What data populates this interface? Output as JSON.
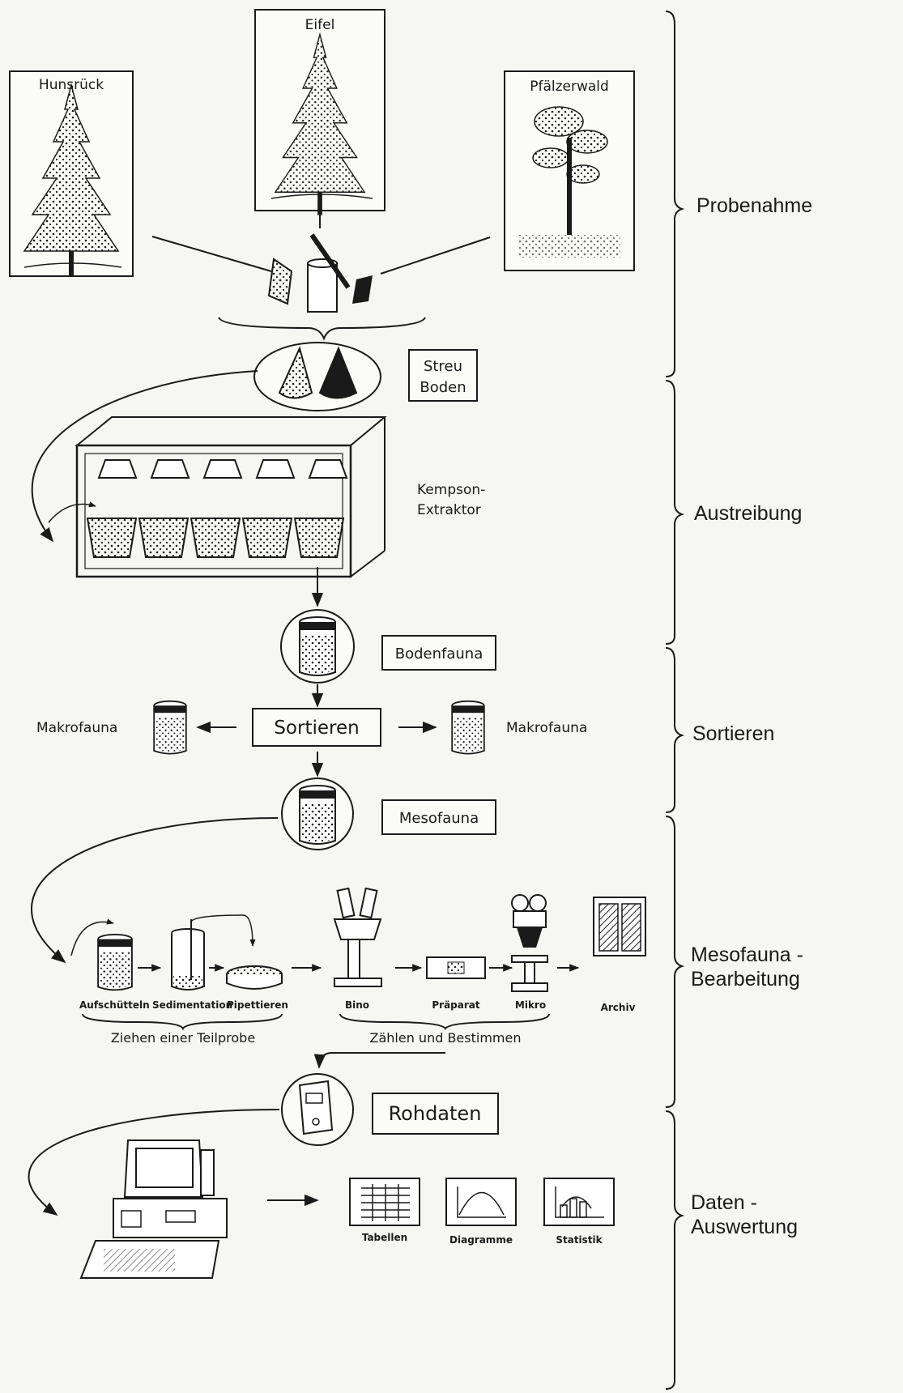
{
  "sites": {
    "hunsrueck": "Hunsrück",
    "eifel": "Eifel",
    "pfaelzerwald": "Pfälzerwald"
  },
  "sample": {
    "streu": "Streu",
    "boden": "Boden"
  },
  "extractor": {
    "line1": "Kempson-",
    "line2": "Extraktor"
  },
  "bodenfauna": "Bodenfauna",
  "sort": {
    "label": "Sortieren",
    "left": "Makrofauna",
    "right": "Makrofauna"
  },
  "mesofauna": "Mesofauna",
  "steps": {
    "aufschuetteln": "Aufschütteln",
    "sedimentation": "Sedimentation",
    "pipettieren": "Pipettieren",
    "bino": "Bino",
    "praeparat": "Präparat",
    "mikro": "Mikro",
    "archiv": "Archiv"
  },
  "groups": {
    "teilprobe": "Ziehen einer Teilprobe",
    "zaehlen": "Zählen und Bestimmen"
  },
  "rohdaten": "Rohdaten",
  "outputs": {
    "tabellen": "Tabellen",
    "diagramme": "Diagramme",
    "statistik": "Statistik"
  },
  "phases": {
    "probenahme": "Probenahme",
    "austreibung": "Austreibung",
    "sortieren": "Sortieren",
    "meso_1": "Mesofauna -",
    "meso_2": "Bearbeitung",
    "daten_1": "Daten -",
    "daten_2": "Auswertung"
  }
}
